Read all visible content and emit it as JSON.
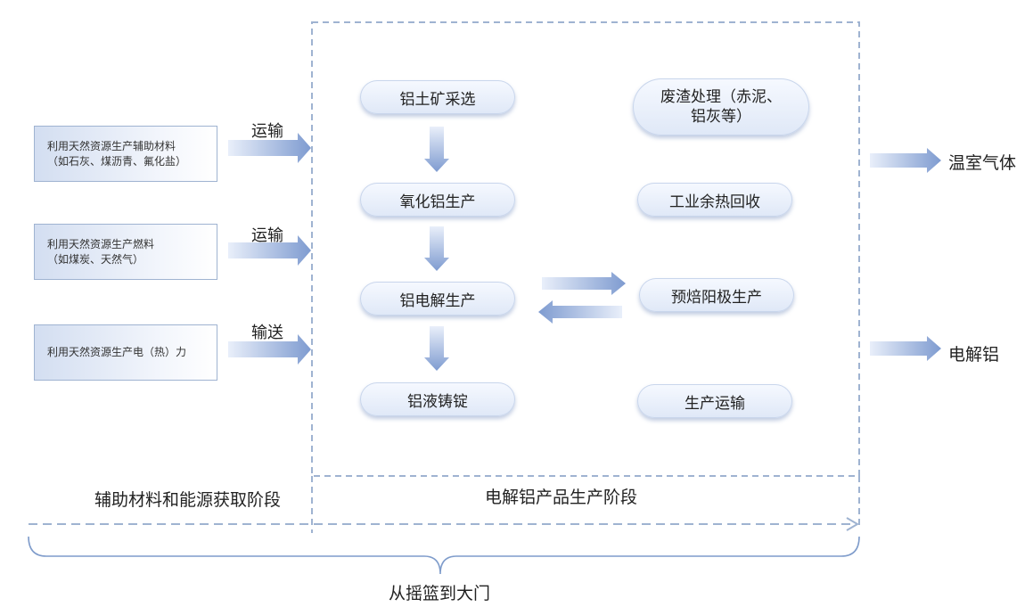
{
  "inputs": [
    {
      "line1": "利用天然资源生产辅助材料",
      "line2": "（如石灰、煤沥青、氟化盐）",
      "arrow_label": "运输"
    },
    {
      "line1": "利用天然资源生产燃料",
      "line2": "（如煤炭、天然气）",
      "arrow_label": "运输"
    },
    {
      "line1": "利用天然资源生产电（热）力",
      "line2": "",
      "arrow_label": "输送"
    }
  ],
  "process_main": {
    "bauxite": "铝土矿采选",
    "alumina": "氧化铝生产",
    "electrolysis": "铝电解生产",
    "casting": "铝液铸锭"
  },
  "process_side": {
    "waste_line1": "废渣处理（赤泥、",
    "waste_line2": "铝灰等）",
    "heat_recovery": "工业余热回收",
    "anode": "预焙阳极生产",
    "transport": "生产运输"
  },
  "outputs": {
    "ghg": "温室气体",
    "aluminum": "电解铝"
  },
  "stages": {
    "stage1": "辅助材料和能源获取阶段",
    "stage2": "电解铝产品生产阶段",
    "scope": "从摇篮到大门"
  },
  "colors": {
    "dash_border": "#9fb3d1",
    "arrow_dark": "#7e9bd0",
    "arrow_light": "#e9effa",
    "brace": "#7f9ccb"
  }
}
